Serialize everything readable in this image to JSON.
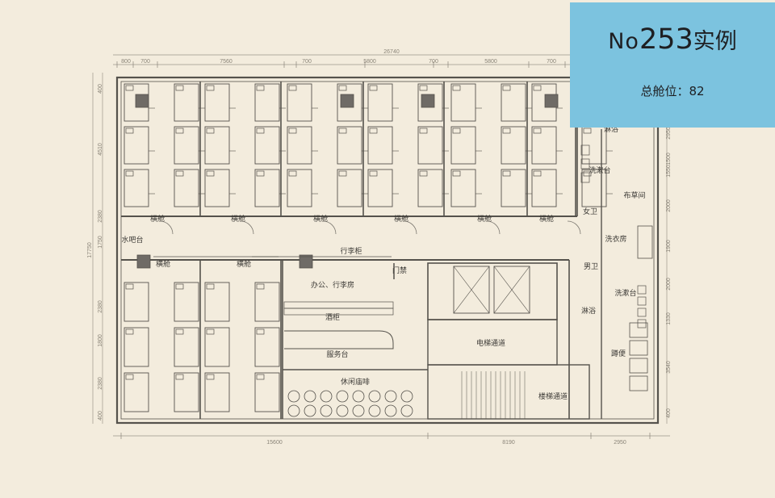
{
  "badge": {
    "prefix": "No",
    "number": "253",
    "suffix": "实例",
    "capacity": "总舱位：82",
    "color": "#7cc3df"
  },
  "plan": {
    "dimensions_top": [
      "800",
      "700",
      "7560",
      "700",
      "5800",
      "700",
      "5800",
      "700"
    ],
    "dimension_total_width": "26740",
    "dimensions_bottom": [
      "15600",
      "8190",
      "2950"
    ],
    "dimension_total_height": "17750",
    "dimensions_left": [
      "400",
      "4510",
      "2380",
      "1750",
      "2380",
      "1800",
      "2380",
      "400"
    ],
    "dimensions_right": [
      "2950",
      "1500",
      "1550",
      "2000",
      "1900",
      "2000",
      "1330",
      "3540",
      "400"
    ],
    "rooms": {
      "capsule": "横舱",
      "tea": "水吧台",
      "luggage": "行李柜",
      "door": "门禁",
      "office": "办公、行李房",
      "wine": "酒柜",
      "service": "服务台",
      "cafe": "休闲庙啡",
      "elevator": "电梯通道",
      "stairs": "楼梯通道",
      "shower": "淋浴",
      "wash": "洗漱台",
      "linen": "布草间",
      "female_wc": "女卫",
      "laundry": "洗衣房",
      "male_wc": "男卫",
      "toilet": "蹲便"
    }
  }
}
